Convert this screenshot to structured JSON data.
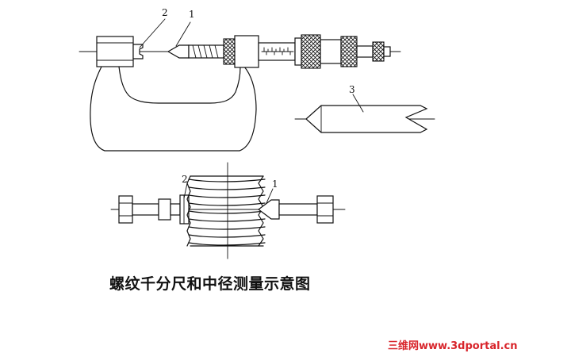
{
  "diagram": {
    "labels": {
      "top_num_1": "1",
      "top_num_2": "2",
      "tip_num_3": "3",
      "bottom_num_1": "1",
      "bottom_num_2": "2"
    }
  },
  "caption": "螺纹千分尺和中径测量示意图",
  "watermark": "三维网www.3dportal.cn",
  "colors": {
    "ink": "#111111",
    "watermark": "#d8242a",
    "background": "#ffffff"
  }
}
